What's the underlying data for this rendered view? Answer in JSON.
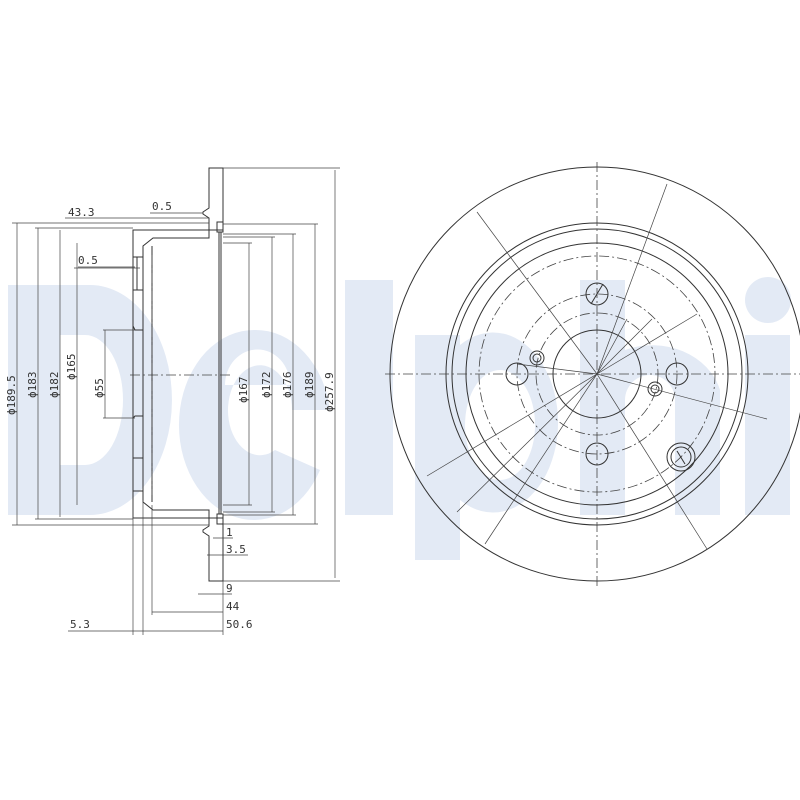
{
  "watermark": {
    "logo_text": "Delphi",
    "color": "#e3eaf5"
  },
  "side_view": {
    "dimensions": {
      "offset_43_3": "43.3",
      "chamfer_top": "0.5",
      "chamfer_hub": "0.5",
      "d189_5": "ϕ189.5",
      "d183": "ϕ183",
      "d182": "ϕ182",
      "d165": "ϕ165",
      "d55": "ϕ55",
      "d167": "ϕ167",
      "d172": "ϕ172",
      "d176": "ϕ176",
      "d189": "ϕ189",
      "d257_9": "ϕ257.9",
      "groove_1": "1",
      "groove_3_5": "3.5",
      "thickness_9": "9",
      "depth_44": "44",
      "hub_5_3": "5.3",
      "height_50_6": "50.6"
    }
  },
  "front_view": {
    "bolt_holes": 4,
    "line_color": "#333333"
  }
}
